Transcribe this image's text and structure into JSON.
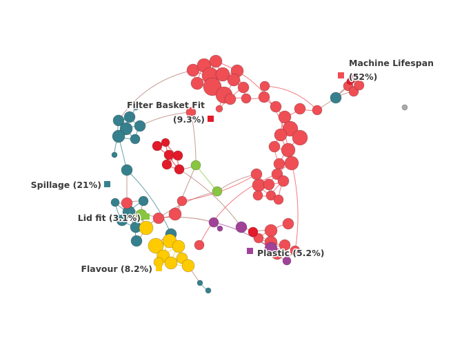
{
  "clusters": [
    {
      "id": "machine",
      "label": "Machine Lifespan",
      "pct": "(52%)",
      "color": "#ef4e55"
    },
    {
      "id": "filter",
      "label": "Filter Basket Fit",
      "pct": "(9.3%)",
      "color": "#e31a2a"
    },
    {
      "id": "spill",
      "label": "Spillage",
      "pct": "(21%)",
      "color": "#36808d"
    },
    {
      "id": "lid",
      "label": "Lid fit",
      "pct": "(3.1%)",
      "color": "#88c540"
    },
    {
      "id": "flavour",
      "label": "Flavour",
      "pct": "(8.2%)",
      "color": "#fecb00"
    },
    {
      "id": "plastic",
      "label": "Plastic",
      "pct": "(5.2%)",
      "color": "#a14299"
    }
  ],
  "other_color": "#aaaaaa"
}
